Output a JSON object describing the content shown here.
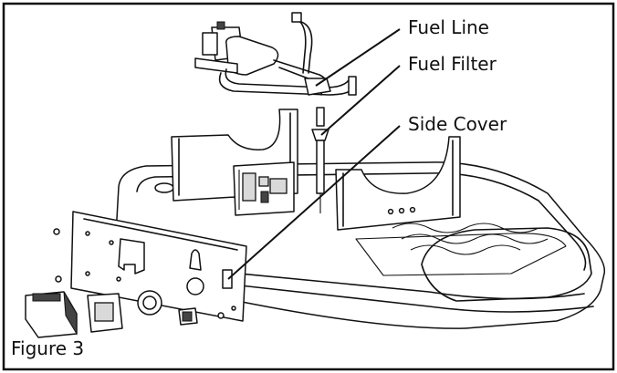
{
  "callouts": {
    "fuel_line": "Fuel Line",
    "fuel_filter": "Fuel Filter",
    "side_cover": "Side Cover"
  },
  "figure_label": "Figure 3"
}
